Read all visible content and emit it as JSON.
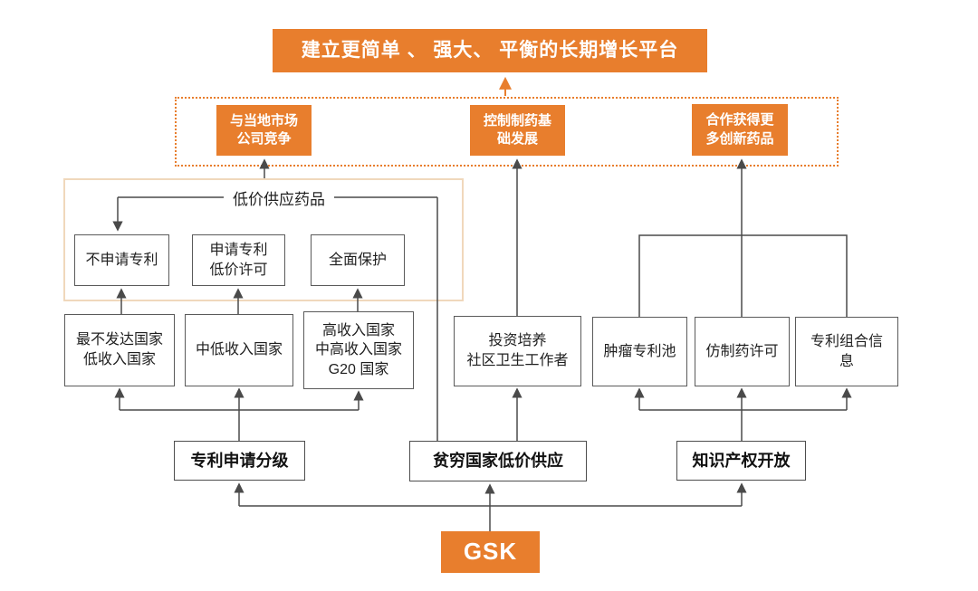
{
  "colors": {
    "accent_orange": "#E87E2D",
    "peach_border": "#F0D8BC",
    "line_gray": "#4a4a4a",
    "box_border": "#5a5a5a"
  },
  "diagram": {
    "title": "建立更简单 、 强大、 平衡的长期增长平台",
    "goals": [
      {
        "label": "与当地市场\n公司竞争"
      },
      {
        "label": "控制制药基\n础发展"
      },
      {
        "label": "合作获得更\n多创新药品"
      }
    ],
    "low_price_supply_label": "低价供应药品",
    "patent_options": [
      {
        "label": "不申请专利"
      },
      {
        "label": "申请专利\n低价许可"
      },
      {
        "label": "全面保护"
      }
    ],
    "segments": [
      {
        "label": "最不发达国家\n低收入国家"
      },
      {
        "label": "中低收入国家"
      },
      {
        "label": "高收入国家\n中高收入国家\nG20 国家"
      }
    ],
    "programs": [
      {
        "label": "投资培养\n社区卫生工作者"
      },
      {
        "label": "肿瘤专利池"
      },
      {
        "label": "仿制药许可"
      },
      {
        "label": "专利组合信\n息"
      }
    ],
    "strategies": [
      {
        "label": "专利申请分级"
      },
      {
        "label": "贫穷国家低价供应"
      },
      {
        "label": "知识产权开放"
      }
    ],
    "root": "GSK"
  }
}
